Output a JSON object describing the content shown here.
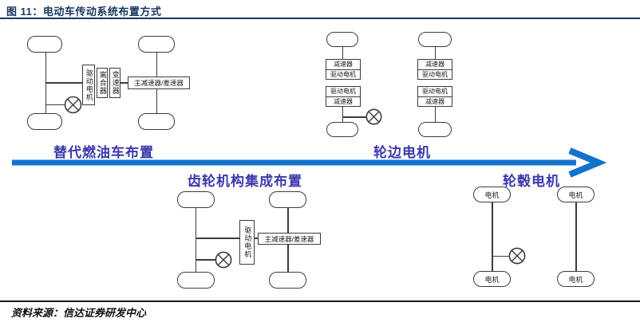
{
  "title": "图 11：电动车传动系统布置方式",
  "source": "资料来源：信达证券研发中心",
  "labels": {
    "fuel": "替代燃油车布置",
    "wheel_side": "轮边电机",
    "gear_integrated": "齿轮机构集成布置",
    "hub": "轮毂电机"
  },
  "components": {
    "drive_motor": "驱动电机",
    "clutch": "离合器",
    "gearbox": "变速器",
    "final_drive": "主减速器/差速器",
    "reducer": "减速器",
    "motor": "电机"
  },
  "colors": {
    "title": "#17375E",
    "label": "#3B38AB",
    "arrow": "#1272CC",
    "line": "#3C3C3C"
  }
}
